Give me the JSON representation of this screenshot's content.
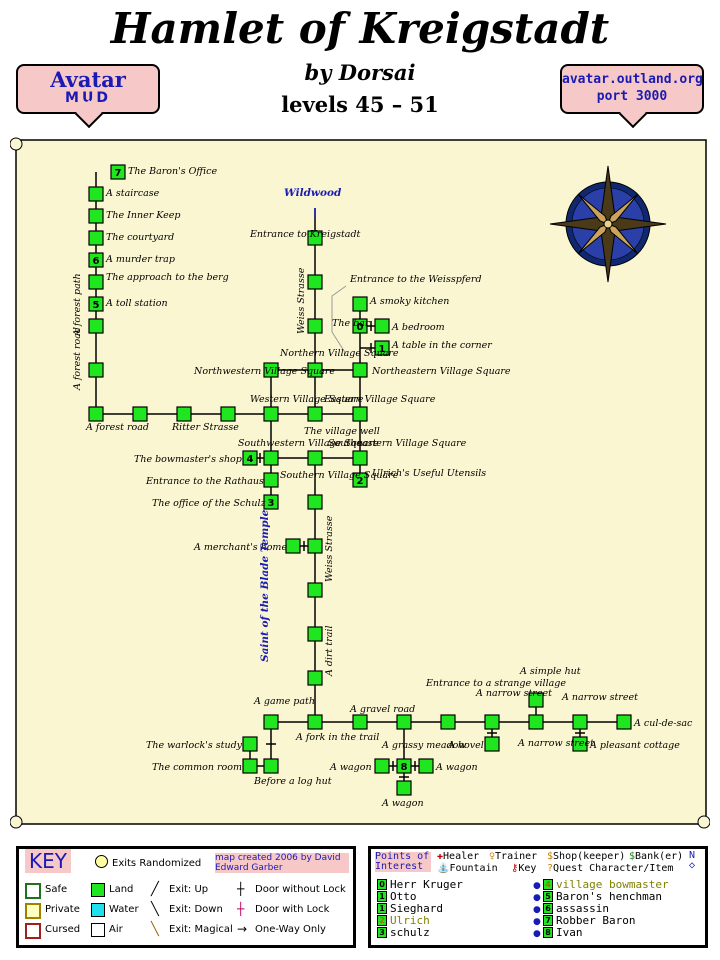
{
  "title": "Hamlet of Kreigstadt",
  "author": "by Dorsai",
  "levels": "levels 45 – 51",
  "banner_left": {
    "line1": "Avatar",
    "line2": "MUD"
  },
  "banner_right": {
    "line1": "avatar.outland.org",
    "line2": "port 3000"
  },
  "colors": {
    "room_safe": "#20e620",
    "banner": "#f7c8c8",
    "ink_blue": "#1a1ab4",
    "parchment": "#fbf6d2"
  },
  "map": {
    "region_label": "Wildwood",
    "temple_label": "Saint of the Blade Temple",
    "rooms": [
      {
        "id": "barons-office",
        "label": "The Baron's Office",
        "num": "7"
      },
      {
        "id": "staircase",
        "label": "A staircase"
      },
      {
        "id": "inner-keep",
        "label": "The Inner Keep"
      },
      {
        "id": "courtyard",
        "label": "The courtyard"
      },
      {
        "id": "murder-trap",
        "label": "A murder trap",
        "num": "6"
      },
      {
        "id": "approach",
        "label": "The approach to the berg"
      },
      {
        "id": "toll-station",
        "label": "A toll station",
        "num": "5"
      },
      {
        "id": "forest-path",
        "label": "A forest path"
      },
      {
        "id": "forest-road-1",
        "label": "A forest road"
      },
      {
        "id": "forest-road-2",
        "label": "A forest road"
      },
      {
        "id": "ritter-strasse",
        "label": "Ritter Strasse"
      },
      {
        "id": "entrance-kreigstadt",
        "label": "Entrance to Kreigstadt"
      },
      {
        "id": "weiss-strasse-n",
        "label": "Weiss Strasse"
      },
      {
        "id": "entrance-weisspferd",
        "label": "Entrance to the Weisspferd"
      },
      {
        "id": "smoky-kitchen",
        "label": "A smoky kitchen"
      },
      {
        "id": "the-bar",
        "label": "The bar",
        "num": "0"
      },
      {
        "id": "bedroom",
        "label": "A bedroom"
      },
      {
        "id": "table-corner",
        "label": "A table in the corner",
        "num": "1"
      },
      {
        "id": "northern-square",
        "label": "Northern Village Square"
      },
      {
        "id": "nw-square",
        "label": "Northwestern Village Square"
      },
      {
        "id": "ne-square",
        "label": "Northeastern Village Square"
      },
      {
        "id": "western-square",
        "label": "Western Village Square"
      },
      {
        "id": "village-well",
        "label": "The village well"
      },
      {
        "id": "eastern-square",
        "label": "Eastern Village Square"
      },
      {
        "id": "sw-square",
        "label": "Southwestern Village Square"
      },
      {
        "id": "se-square",
        "label": "Southeastern Village Square"
      },
      {
        "id": "bowmaster",
        "label": "The bowmaster's shop",
        "num": "4"
      },
      {
        "id": "southern-square",
        "label": "Southern Village Square"
      },
      {
        "id": "ulrichs",
        "label": "Ulrich's Useful Utensils",
        "num": "2"
      },
      {
        "id": "rathaus",
        "label": "Entrance to the Rathaus"
      },
      {
        "id": "schulz",
        "label": "The office of the Schulz",
        "num": "3"
      },
      {
        "id": "merchants-home",
        "label": "A merchant's home"
      },
      {
        "id": "weiss-strasse-s",
        "label": "Weiss Strasse"
      },
      {
        "id": "dirt-trail",
        "label": "A dirt trail"
      },
      {
        "id": "game-path",
        "label": "A game path"
      },
      {
        "id": "fork",
        "label": "A fork in the trail"
      },
      {
        "id": "gravel-road",
        "label": "A gravel road"
      },
      {
        "id": "strange-village",
        "label": "Entrance to a strange village"
      },
      {
        "id": "narrow-street-1",
        "label": "A narrow street"
      },
      {
        "id": "simple-hut",
        "label": "A simple hut"
      },
      {
        "id": "narrow-street-2",
        "label": "A narrow street"
      },
      {
        "id": "narrow-street-3",
        "label": "A narrow street"
      },
      {
        "id": "cul-de-sac",
        "label": "A cul-de-sac"
      },
      {
        "id": "pleasant-cottage",
        "label": "A pleasant cottage"
      },
      {
        "id": "hovel",
        "label": "A hovel"
      },
      {
        "id": "grassy-meadow",
        "label": "A grassy meadow",
        "num": "8"
      },
      {
        "id": "wagon-1",
        "label": "A wagon"
      },
      {
        "id": "wagon-2",
        "label": "A wagon"
      },
      {
        "id": "wagon-3",
        "label": "A wagon"
      },
      {
        "id": "warlocks-study",
        "label": "The warlock's study"
      },
      {
        "id": "common-room",
        "label": "The common room"
      },
      {
        "id": "log-hut",
        "label": "Before a log hut"
      }
    ]
  },
  "key": {
    "title": "KEY",
    "exits_randomized": "Exits Randomized",
    "credit": "map created 2006 by David Edward Garber",
    "items": [
      "Safe",
      "Private",
      "Cursed",
      "Land",
      "Water",
      "Air",
      "Exit: Up",
      "Exit: Down",
      "Exit: Magical",
      "Door without Lock",
      "Door with Lock",
      "One-Way Only"
    ]
  },
  "poi": {
    "title": "Points of Interest",
    "legend": [
      "Healer",
      "Trainer",
      "Shop(keeper)",
      "Bank(er)",
      "Fountain",
      "Key",
      "Quest Character/Item"
    ],
    "left": [
      {
        "n": "0",
        "name": "Herr Kruger"
      },
      {
        "n": "1",
        "name": "Otto"
      },
      {
        "n": "1",
        "name": "Sieghard"
      },
      {
        "n": "2",
        "name": "Ulrich"
      },
      {
        "n": "3",
        "name": "schulz"
      }
    ],
    "right": [
      {
        "n": "4",
        "name": "village bowmaster"
      },
      {
        "n": "5",
        "name": "Baron's henchman"
      },
      {
        "n": "6",
        "name": "assassin"
      },
      {
        "n": "7",
        "name": "Robber Baron"
      },
      {
        "n": "8",
        "name": "Ivan"
      }
    ]
  }
}
